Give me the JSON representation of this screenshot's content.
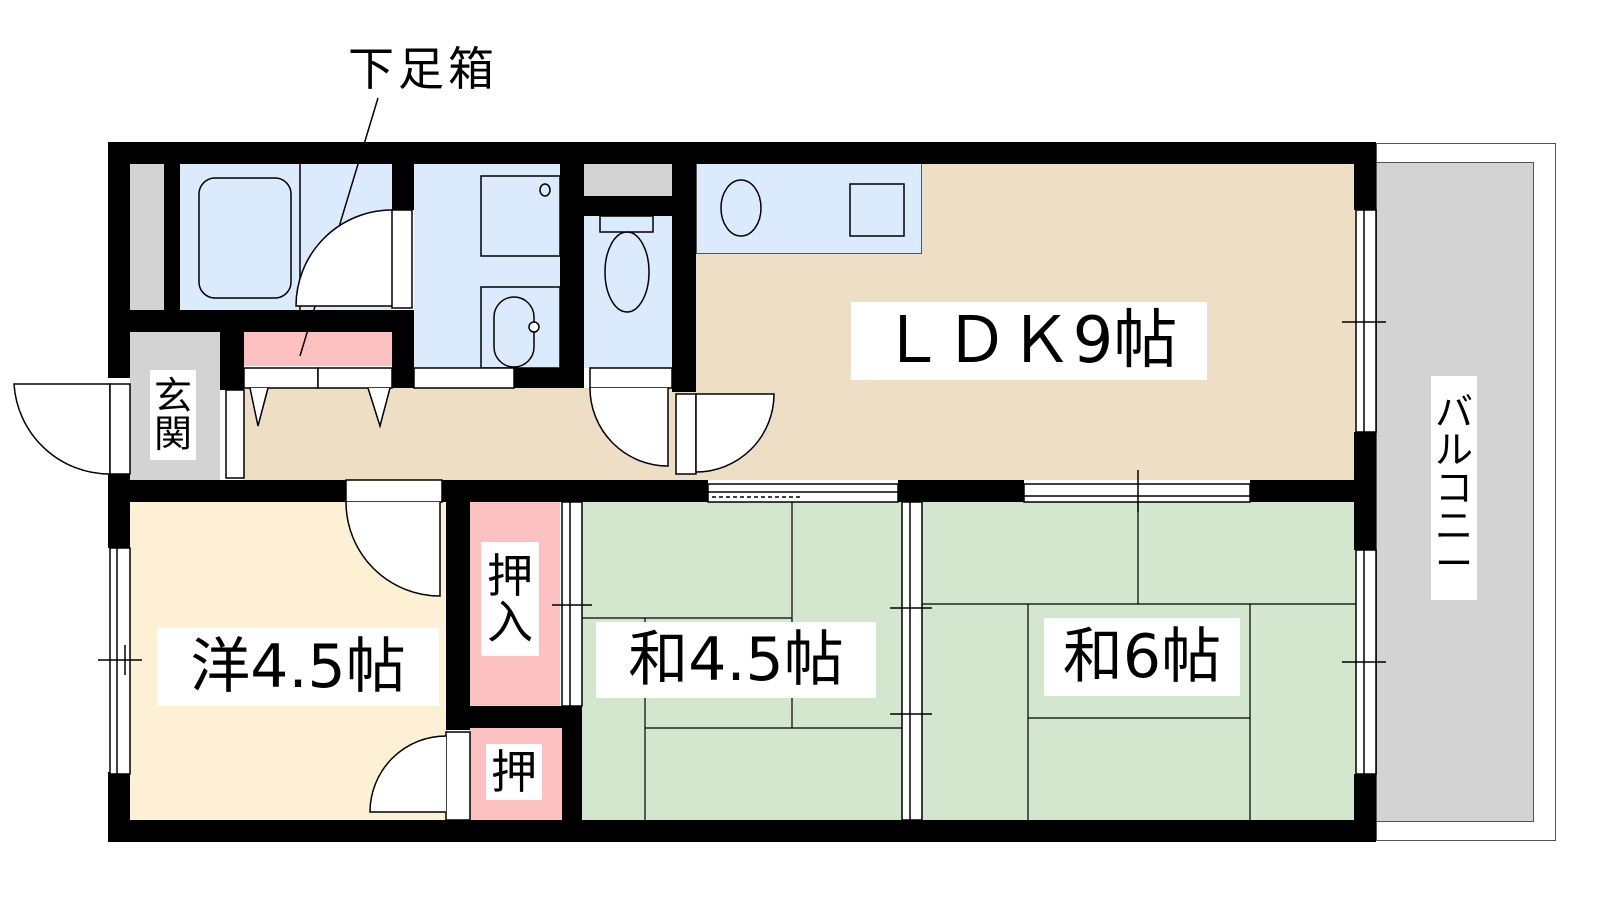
{
  "floorplan": {
    "colors": {
      "wall": "#000000",
      "wet_area": "#dbeafd",
      "ldk_floor": "#eedec6",
      "western_floor": "#fdf0d4",
      "tatami": "#d2e7cd",
      "closet": "#fdc0c0",
      "entrance": "#d3d3d3",
      "balcony": "#d3d3d3"
    },
    "callout": {
      "label": "下足箱"
    },
    "rooms": {
      "ldk": {
        "label": "ＬＤＫ9帖"
      },
      "western": {
        "label": "洋4.5帖"
      },
      "japanese_small": {
        "label": "和4.5帖"
      },
      "japanese_large": {
        "label": "和6帖"
      },
      "entrance": {
        "chars": [
          "玄",
          "関"
        ]
      },
      "closet_large": {
        "chars": [
          "押",
          "入"
        ]
      },
      "closet_small": {
        "chars": [
          "押"
        ]
      },
      "balcony": {
        "chars": [
          "バ",
          "ル",
          "コ",
          "ニ",
          "ー"
        ]
      }
    }
  }
}
